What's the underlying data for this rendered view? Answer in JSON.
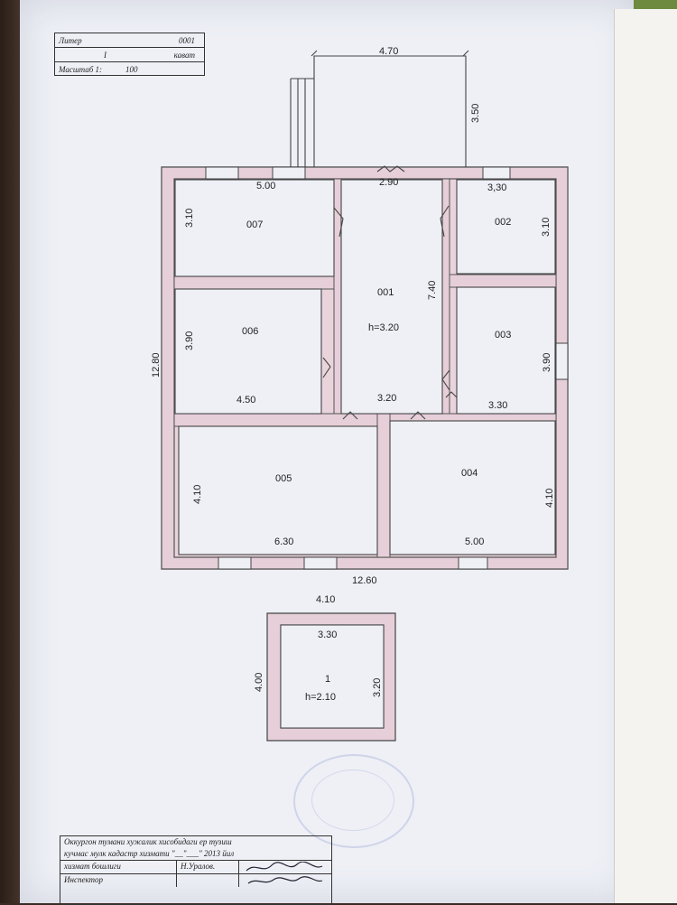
{
  "title_block": {
    "liter_label": "Литер",
    "liter_value": "0001",
    "floor_value": "I",
    "floor_label": "кават",
    "scale_label": "Масштаб 1:",
    "scale_value": "100"
  },
  "overall": {
    "width": "12.60",
    "height": "12.80",
    "annex_width": "4.70",
    "annex_depth": "3.50"
  },
  "rooms": [
    {
      "id": "007",
      "width": "5.00",
      "height": "3.10"
    },
    {
      "id": "002",
      "width": "3,30",
      "height": "3.10"
    },
    {
      "id": "001",
      "width": "2.90",
      "height": "7.40",
      "ceiling": "h=3.20",
      "width2": "3.20"
    },
    {
      "id": "006",
      "width": "4.50",
      "height": "3.90"
    },
    {
      "id": "003",
      "width": "3.30",
      "height": "3.90"
    },
    {
      "id": "005",
      "width": "6.30",
      "height": "4.10"
    },
    {
      "id": "004",
      "width": "5.00",
      "height": "4.10"
    }
  ],
  "outbuilding": {
    "id": "1",
    "outer_width": "4.10",
    "outer_height": "4.00",
    "inner_width": "3.30",
    "inner_height": "3.20",
    "ceiling": "h=2.10"
  },
  "footer": {
    "line1": "Оккургон  тумани хужалик хисобидаги ер тузиш",
    "line2": "кучмас мулк кадастр хизмати \"__\"___\" 2013 йил",
    "head_label": "хизмат бошлиги",
    "head_name": "Н.Уралов.",
    "inspector_label": "Инспектор"
  }
}
